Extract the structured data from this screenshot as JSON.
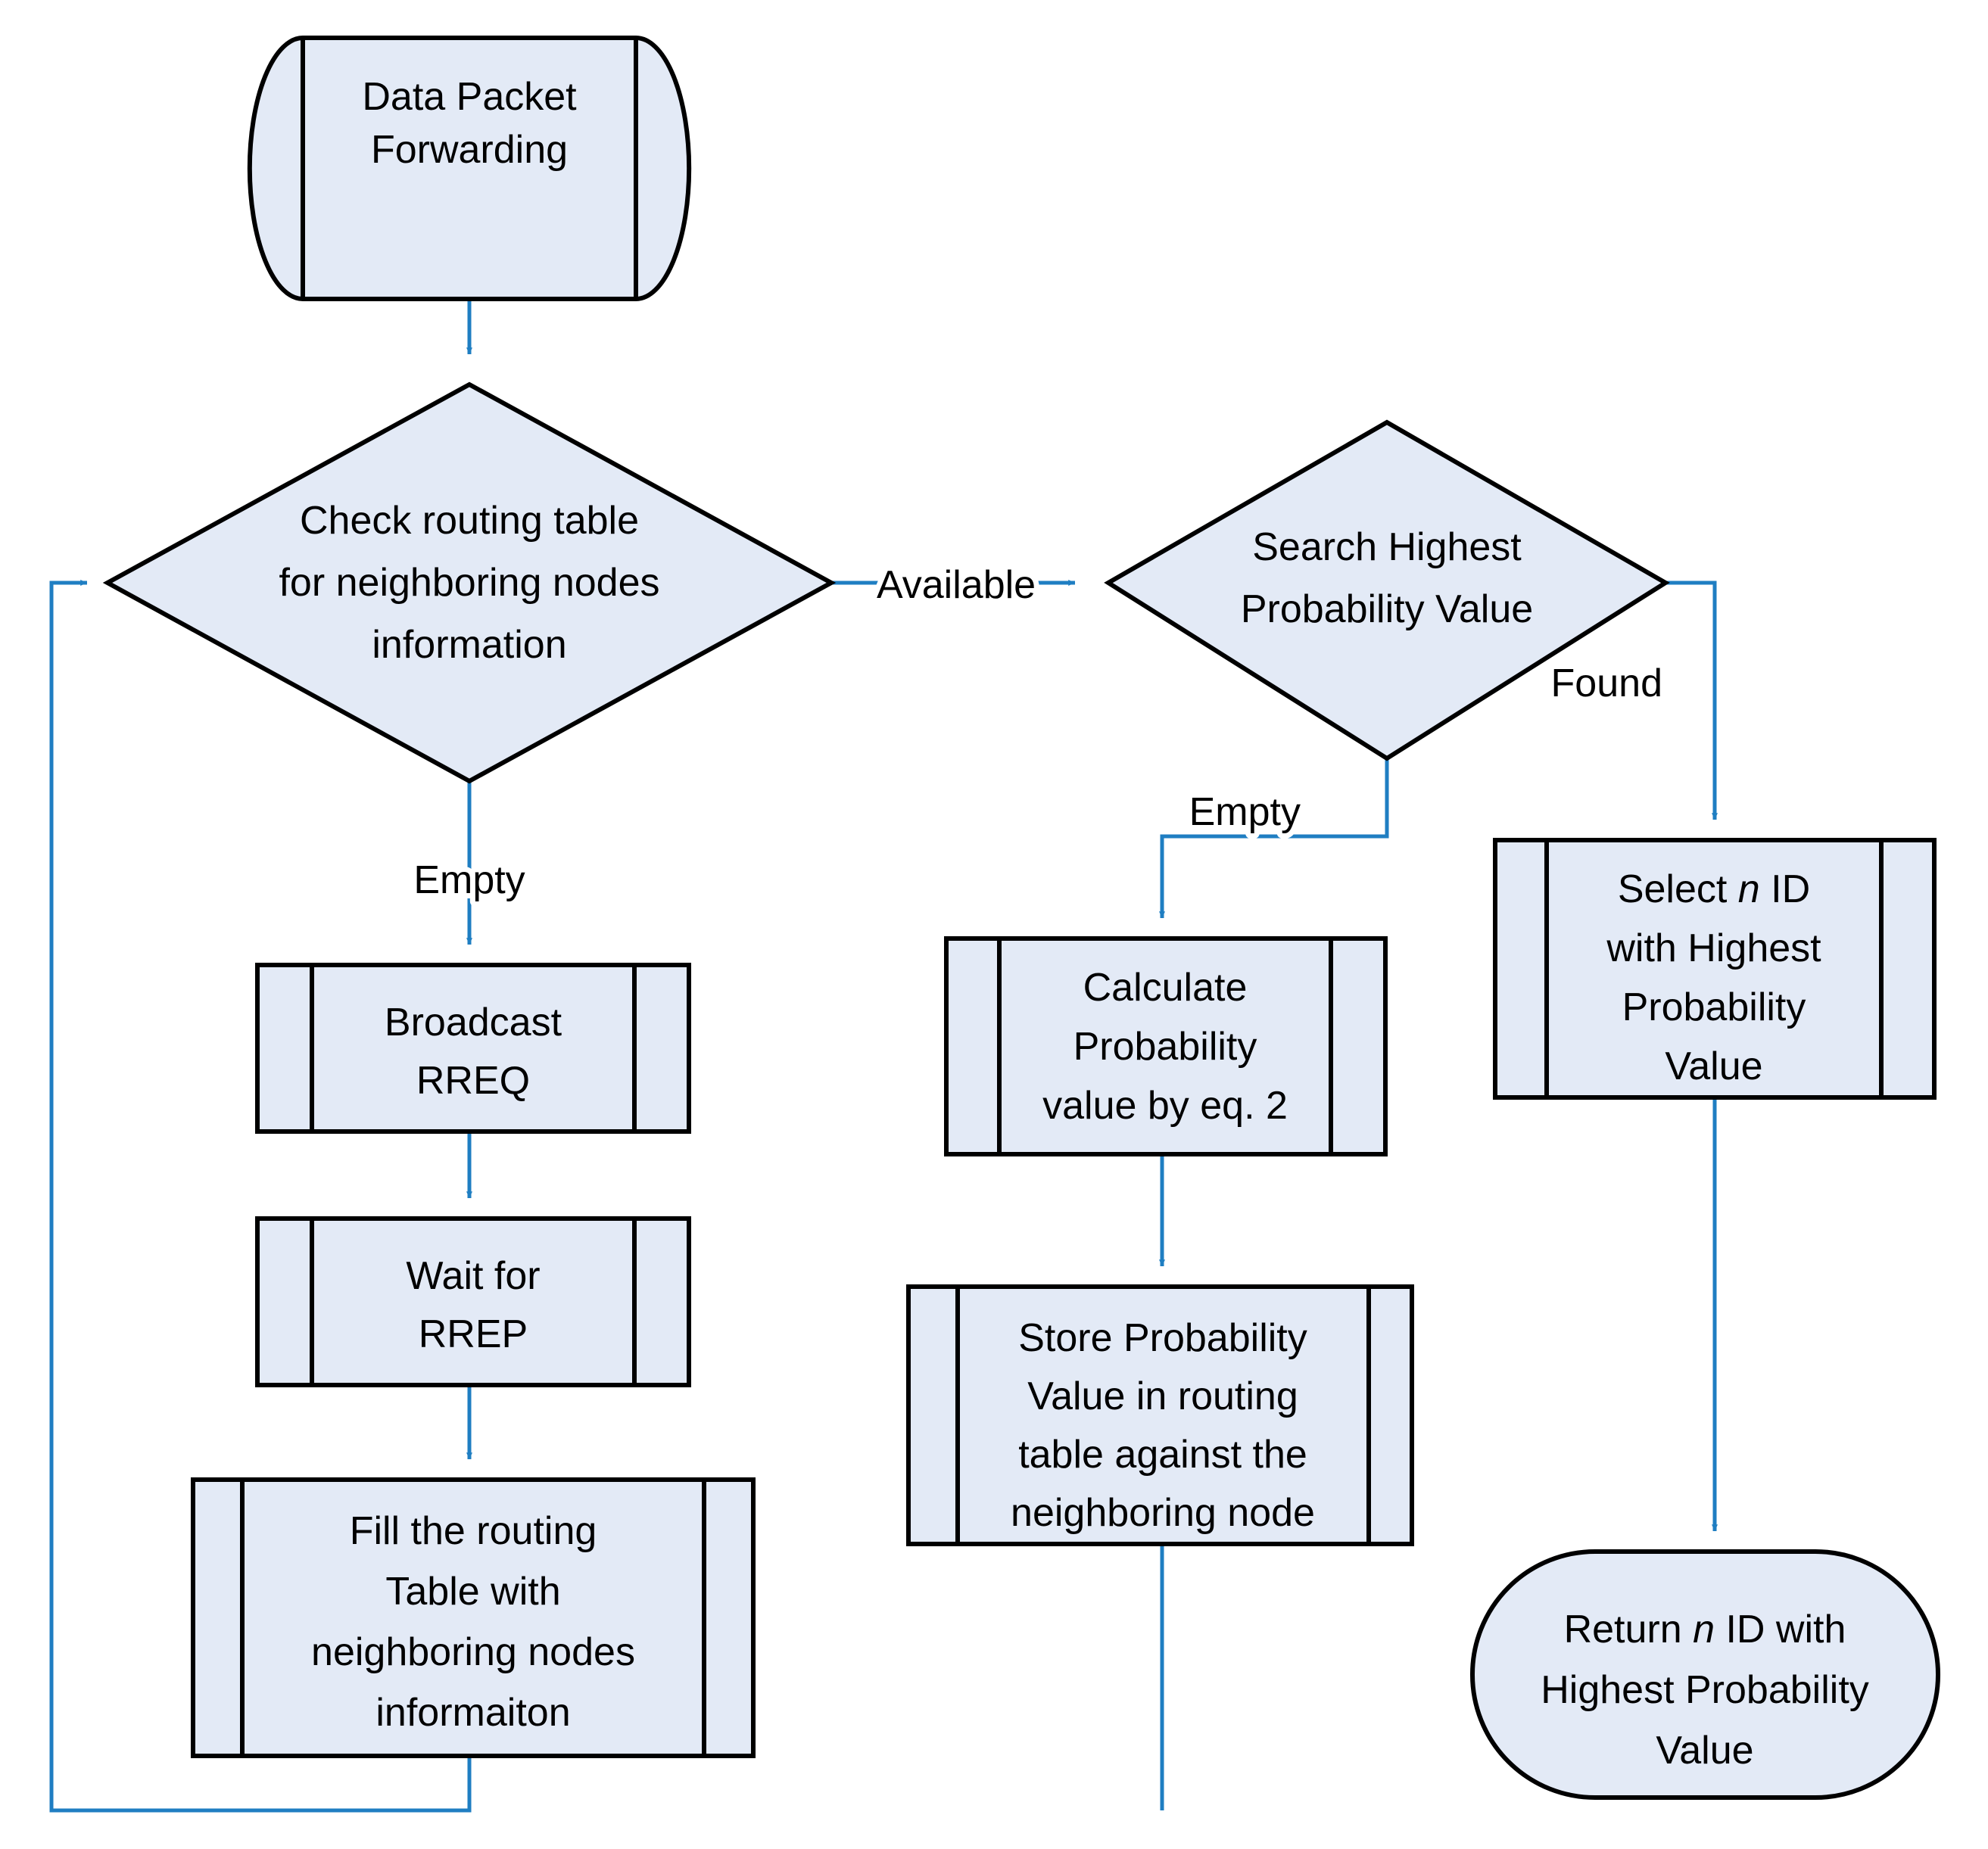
{
  "diagram": {
    "type": "flowchart",
    "title": "Data Packet Forwarding routing flowchart",
    "colors": {
      "node_fill": "#e3eaf6",
      "node_stroke": "#000000",
      "edge_stroke": "#1f7ec2",
      "text": "#000000",
      "background": "#ffffff"
    }
  },
  "nodes": {
    "start": {
      "id": "start",
      "shape": "terminator-subprocess",
      "lines": [
        "Data Packet",
        "Forwarding"
      ]
    },
    "check_routing_table": {
      "id": "check_routing_table",
      "shape": "decision",
      "lines": [
        "Check routing table",
        "for neighboring nodes",
        "information"
      ]
    },
    "search_highest": {
      "id": "search_highest",
      "shape": "decision",
      "lines": [
        "Search Highest",
        "Probability Value"
      ]
    },
    "broadcast_rreq": {
      "id": "broadcast_rreq",
      "shape": "subprocess",
      "lines": [
        "Broadcast",
        "RREQ"
      ]
    },
    "wait_rrep": {
      "id": "wait_rrep",
      "shape": "subprocess",
      "lines": [
        "Wait for",
        "RREP"
      ]
    },
    "fill_routing_table": {
      "id": "fill_routing_table",
      "shape": "subprocess",
      "lines": [
        "Fill the routing",
        "Table with",
        "neighboring nodes",
        "informaiton"
      ]
    },
    "calculate_probability": {
      "id": "calculate_probability",
      "shape": "subprocess",
      "lines": [
        "Calculate",
        "Probability",
        "value by eq. 2"
      ]
    },
    "store_probability": {
      "id": "store_probability",
      "shape": "subprocess",
      "lines": [
        "Store Probability",
        "Value in routing",
        "table against the",
        "neighboring node"
      ]
    },
    "select_n_id": {
      "id": "select_n_id",
      "shape": "subprocess",
      "lines_rich": [
        [
          {
            "t": "Select ",
            "i": false
          },
          {
            "t": "n",
            "i": true
          },
          {
            "t": " ID",
            "i": false
          }
        ],
        [
          {
            "t": "with Highest",
            "i": false
          }
        ],
        [
          {
            "t": "Probability",
            "i": false
          }
        ],
        [
          {
            "t": "Value",
            "i": false
          }
        ]
      ]
    },
    "return_n_id": {
      "id": "return_n_id",
      "shape": "stadium",
      "lines_rich": [
        [
          {
            "t": "Return ",
            "i": false
          },
          {
            "t": "n",
            "i": true
          },
          {
            "t": " ID with",
            "i": false
          }
        ],
        [
          {
            "t": "Highest Probability",
            "i": false
          }
        ],
        [
          {
            "t": "Value",
            "i": false
          }
        ]
      ]
    }
  },
  "edge_labels": {
    "available": "Available",
    "empty_left": "Empty",
    "empty_right": "Empty",
    "found": "Found"
  },
  "edges": [
    {
      "from": "start",
      "to": "check_routing_table",
      "label": ""
    },
    {
      "from": "check_routing_table",
      "to": "search_highest",
      "label": "Available"
    },
    {
      "from": "check_routing_table",
      "to": "broadcast_rreq",
      "label": "Empty"
    },
    {
      "from": "broadcast_rreq",
      "to": "wait_rrep",
      "label": ""
    },
    {
      "from": "wait_rrep",
      "to": "fill_routing_table",
      "label": ""
    },
    {
      "from": "fill_routing_table",
      "to": "check_routing_table",
      "label": ""
    },
    {
      "from": "search_highest",
      "to": "calculate_probability",
      "label": "Empty"
    },
    {
      "from": "search_highest",
      "to": "select_n_id",
      "label": "Found"
    },
    {
      "from": "calculate_probability",
      "to": "store_probability",
      "label": ""
    },
    {
      "from": "store_probability",
      "to": "check_routing_table",
      "label": ""
    },
    {
      "from": "select_n_id",
      "to": "return_n_id",
      "label": ""
    }
  ]
}
